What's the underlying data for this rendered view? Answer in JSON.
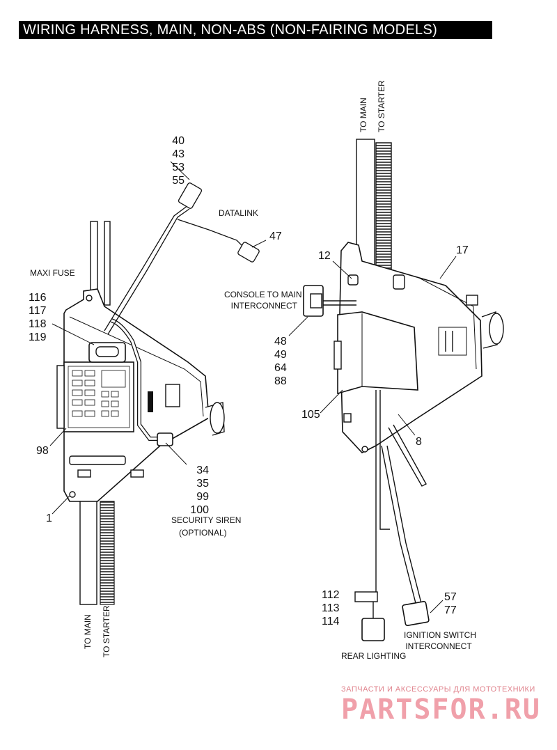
{
  "title": "WIRING HARNESS, MAIN, NON-ABS (NON-FAIRING MODELS)",
  "labels": {
    "datalink": "DATALINK",
    "maxi_fuse": "MAXI FUSE",
    "console_to_main_1": "CONSOLE TO MAIN",
    "console_to_main_2": "INTERCONNECT",
    "security_siren": "SECURITY SIREN",
    "optional": "(OPTIONAL)",
    "rear_lighting": "REAR LIGHTING",
    "ignition_switch_1": "IGNITION SWITCH",
    "ignition_switch_2": "INTERCONNECT",
    "left_to_main": "TO MAIN",
    "left_to_starter": "TO STARTER",
    "right_to_main": "TO MAIN",
    "right_to_starter": "TO STARTER"
  },
  "callouts": {
    "c40": "40",
    "c43": "43",
    "c53": "53",
    "c55": "55",
    "c47": "47",
    "c116": "116",
    "c117": "117",
    "c118": "118",
    "c119": "119",
    "c98": "98",
    "c1": "1",
    "c34": "34",
    "c35": "35",
    "c99": "99",
    "c100": "100",
    "c12": "12",
    "c17": "17",
    "c48": "48",
    "c49": "49",
    "c64": "64",
    "c88": "88",
    "c105": "105",
    "c8": "8",
    "c112": "112",
    "c113": "113",
    "c114": "114",
    "c57": "57",
    "c77": "77"
  },
  "watermark": {
    "line1": "ЗАПЧАСТИ И АКСЕССУАРЫ ДЛЯ МОТОТЕХНИКИ",
    "line2": "PARTSFOR.RU"
  },
  "colors": {
    "ink": "#111111",
    "title_bg": "#000000",
    "title_fg": "#ffffff",
    "watermark": "#f0a0aa"
  }
}
